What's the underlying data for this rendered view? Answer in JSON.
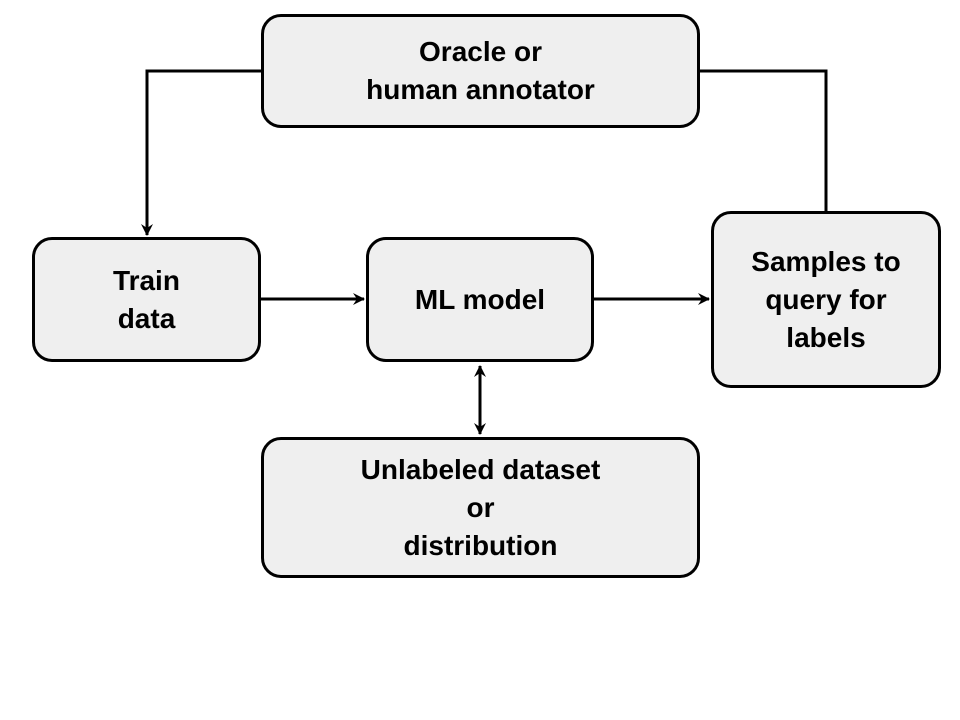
{
  "diagram": {
    "nodes": {
      "oracle": {
        "lines": [
          "Oracle or",
          "human annotator"
        ]
      },
      "train": {
        "lines": [
          "Train",
          "data"
        ]
      },
      "model": {
        "lines": [
          "ML model"
        ]
      },
      "samples": {
        "lines": [
          "Samples to",
          "query for",
          "labels"
        ]
      },
      "unlabeled": {
        "lines": [
          "Unlabeled dataset",
          "or",
          "distribution"
        ]
      }
    },
    "edges": [
      {
        "from": "oracle",
        "to": "train",
        "direction": "forward"
      },
      {
        "from": "train",
        "to": "model",
        "direction": "forward"
      },
      {
        "from": "model",
        "to": "samples",
        "direction": "forward"
      },
      {
        "from": "samples",
        "to": "oracle",
        "direction": "none"
      },
      {
        "from": "model",
        "to": "unlabeled",
        "direction": "both"
      }
    ],
    "colors": {
      "node_fill": "#efefef",
      "stroke": "#000000",
      "background": "#ffffff"
    }
  }
}
